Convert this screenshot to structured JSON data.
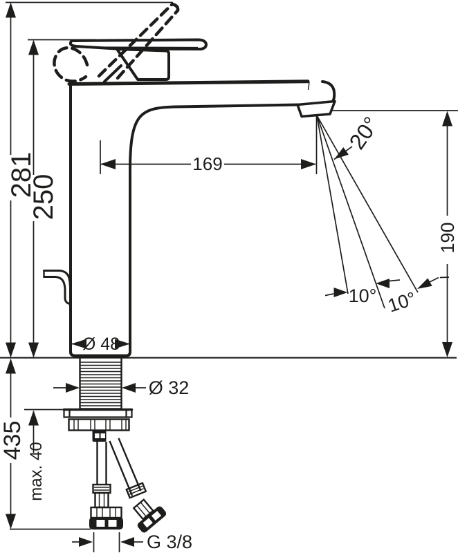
{
  "drawing": {
    "dim_overall_height": "281",
    "dim_body_height": "250",
    "dim_spout_reach": "169",
    "dim_outlet_height": "190",
    "dim_spray_angle": "20°",
    "dim_swivel_left": "10°",
    "dim_swivel_right": "10°",
    "dim_base_diameter": "Ø 48",
    "dim_shank_diameter": "Ø 32",
    "dim_hose_length": "435",
    "dim_max_deck_thickness": "max. 40",
    "dim_connection_thread": "G 3/8"
  }
}
